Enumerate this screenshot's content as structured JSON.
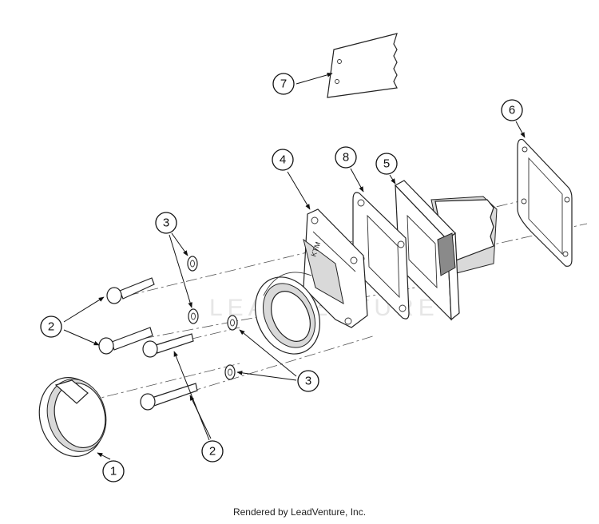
{
  "watermark": "LEADVENTURE",
  "footer": "Rendered by LeadVenture, Inc.",
  "callouts": {
    "c1": "1",
    "c2a": "2",
    "c2b": "2",
    "c3a": "3",
    "c3b": "3",
    "c4": "4",
    "c5": "5",
    "c6": "6",
    "c7": "7",
    "c8": "8"
  }
}
